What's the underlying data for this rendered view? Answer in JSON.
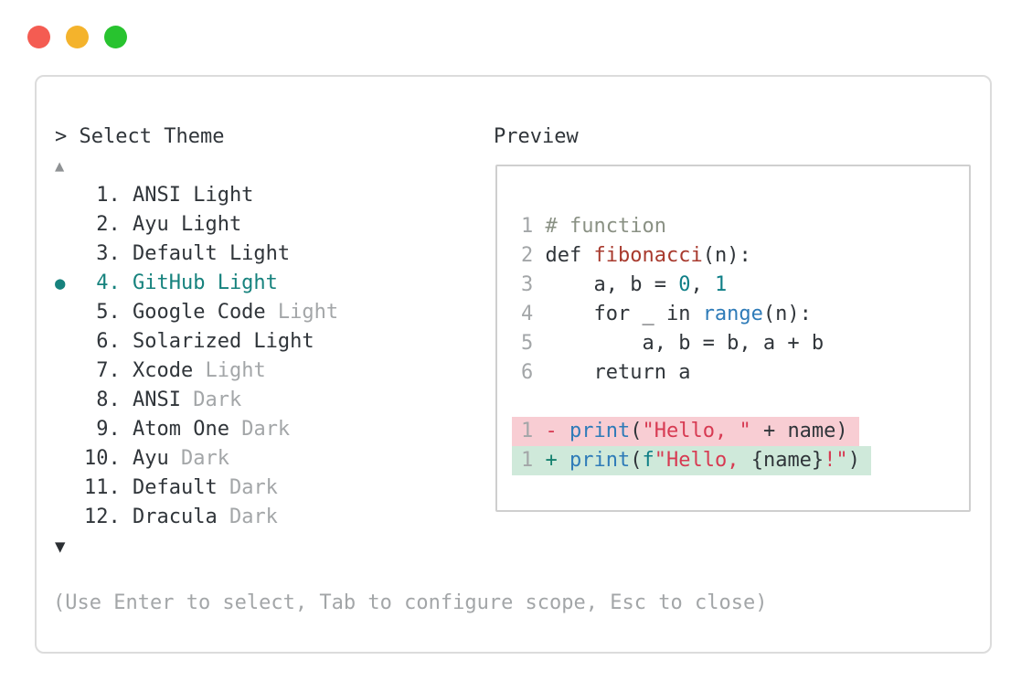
{
  "window": {
    "controls": [
      {
        "name": "close",
        "color": "#f45c52"
      },
      {
        "name": "minimize",
        "color": "#f4b32c"
      },
      {
        "name": "zoom",
        "color": "#28c32f"
      }
    ]
  },
  "palette": {
    "prompt_marker": ">",
    "title": "Select Theme",
    "scroll_up_icon": "▲",
    "scroll_down_icon": "▼",
    "selected_marker": "●",
    "items": [
      {
        "num": "1",
        "name": "ANSI Light",
        "suffix": "",
        "selected": false
      },
      {
        "num": "2",
        "name": "Ayu Light",
        "suffix": "",
        "selected": false
      },
      {
        "num": "3",
        "name": "Default Light",
        "suffix": "",
        "selected": false
      },
      {
        "num": "4",
        "name": "GitHub Light",
        "suffix": "",
        "selected": true
      },
      {
        "num": "5",
        "name": "Google Code",
        "suffix": "Light",
        "selected": false
      },
      {
        "num": "6",
        "name": "Solarized Light",
        "suffix": "",
        "selected": false
      },
      {
        "num": "7",
        "name": "Xcode",
        "suffix": "Light",
        "selected": false
      },
      {
        "num": "8",
        "name": "ANSI",
        "suffix": "Dark",
        "selected": false
      },
      {
        "num": "9",
        "name": "Atom One",
        "suffix": "Dark",
        "selected": false
      },
      {
        "num": "10",
        "name": "Ayu",
        "suffix": "Dark",
        "selected": false
      },
      {
        "num": "11",
        "name": "Default",
        "suffix": "Dark",
        "selected": false
      },
      {
        "num": "12",
        "name": "Dracula",
        "suffix": "Dark",
        "selected": false
      }
    ],
    "hint": "(Use Enter to select, Tab to configure scope, Esc to close)"
  },
  "preview": {
    "title": "Preview",
    "code_lines": [
      {
        "num": "1",
        "tokens": [
          [
            "# function",
            "comment"
          ]
        ]
      },
      {
        "num": "2",
        "tokens": [
          [
            "def ",
            "default"
          ],
          [
            "fibonacci",
            "func"
          ],
          [
            "(n):",
            "default"
          ]
        ]
      },
      {
        "num": "3",
        "tokens": [
          [
            "    a, b = ",
            "default"
          ],
          [
            "0",
            "lit"
          ],
          [
            ", ",
            "default"
          ],
          [
            "1",
            "lit"
          ]
        ]
      },
      {
        "num": "4",
        "tokens": [
          [
            "    for _ in ",
            "default"
          ],
          [
            "range",
            "call"
          ],
          [
            "(n):",
            "default"
          ]
        ]
      },
      {
        "num": "5",
        "tokens": [
          [
            "        a, b = b, a + b",
            "default"
          ]
        ]
      },
      {
        "num": "6",
        "tokens": [
          [
            "    return a",
            "default"
          ]
        ]
      }
    ],
    "diff_lines": [
      {
        "num": "1",
        "sign": "-",
        "kind": "del",
        "tokens": [
          [
            "print",
            "call"
          ],
          [
            "(",
            "default"
          ],
          [
            "\"Hello, \"",
            "str"
          ],
          [
            " + name)",
            "default"
          ]
        ]
      },
      {
        "num": "1",
        "sign": "+",
        "kind": "add",
        "tokens": [
          [
            "print",
            "call"
          ],
          [
            "(",
            "default"
          ],
          [
            "f",
            "lit"
          ],
          [
            "\"Hello, ",
            "str"
          ],
          [
            "{name}",
            "default"
          ],
          [
            "!\"",
            "str"
          ],
          [
            ")",
            "default"
          ]
        ]
      }
    ]
  },
  "colors": {
    "text_default": "#30353a",
    "text_muted": "#a3a6a8",
    "accent_selected": "#16827d",
    "token_comment": "#8a9184",
    "token_func": "#a83a2e",
    "token_call": "#2e7bb8",
    "token_lit": "#0f7f87",
    "token_str": "#d73a52",
    "diff_del_fg": "#d73a52",
    "diff_add_fg": "#14806e",
    "diff_del_bg": "#f8cdd3",
    "diff_add_bg": "#cfe9da",
    "panel_border": "#dcdcdc",
    "preview_border": "#cfcfcf"
  }
}
